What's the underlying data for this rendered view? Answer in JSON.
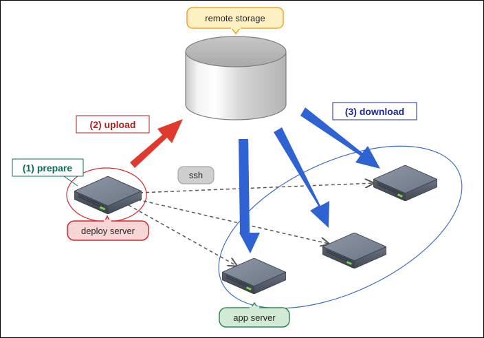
{
  "labels": {
    "remote_storage": "remote storage",
    "upload": "(2) upload",
    "download": "(3) download",
    "prepare": "(1) prepare",
    "ssh": "ssh",
    "deploy_server": "deploy server",
    "app_server": "app server"
  },
  "colors": {
    "upload_arrow": "#e03a2e",
    "download_arrow": "#2f63d3",
    "app_group_ellipse": "#3a6fc7",
    "deploy_ellipse": "#d7262c",
    "storage_callout_fill": "#fdf0c2",
    "storage_callout_border": "#f0a323",
    "deploy_callout_fill": "#f8d6d6",
    "deploy_callout_border": "#d7262c",
    "app_callout_fill": "#d3ead6",
    "app_callout_border": "#2f8a52",
    "ssh_fill": "#cfcfcf",
    "upload_text": "#b2201e",
    "download_text": "#1e2b9a",
    "prepare_text": "#0e6e58"
  },
  "icons": {
    "storage": "database-cylinder-icon",
    "server": "rack-server-icon"
  }
}
